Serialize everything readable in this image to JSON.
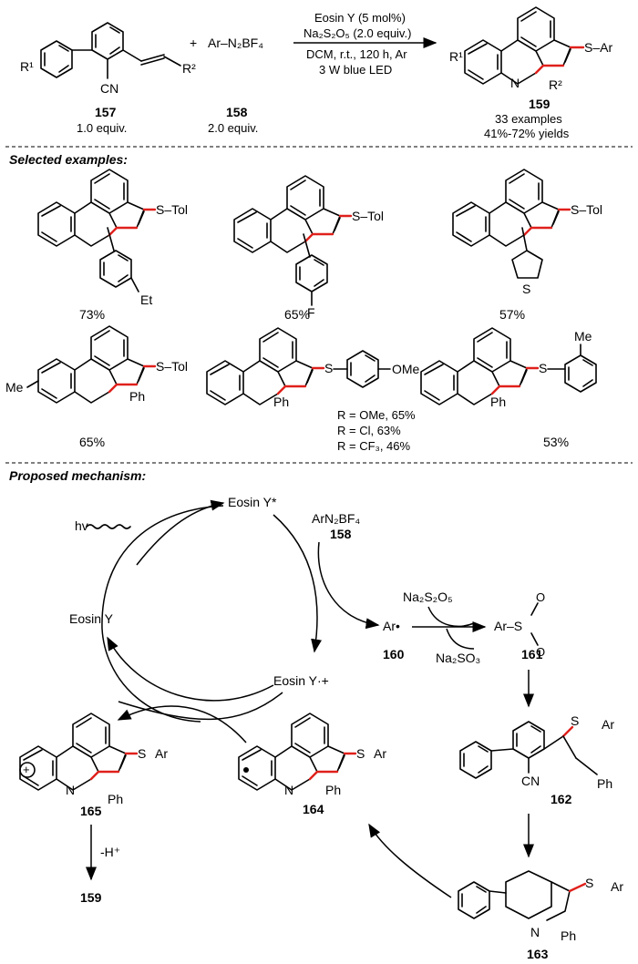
{
  "scheme": {
    "reagents": {
      "line1": "Eosin Y (5 mol%)",
      "line2": "Na₂S₂O₅ (2.0 equiv.)",
      "line3": "DCM, r.t., 120 h, Ar",
      "line4": "3 W blue LED"
    },
    "substrate": {
      "id": "157",
      "equiv": "1.0 equiv.",
      "r1": "R¹",
      "r2": "R²",
      "cn": "CN"
    },
    "plus": "+",
    "diazonium": {
      "formula": "Ar–N₂BF₄",
      "id": "158",
      "equiv": "2.0 equiv."
    },
    "product": {
      "id": "159",
      "examples": "33 examples",
      "yields": "41%-72% yields",
      "r1": "R¹",
      "r2": "R²",
      "sulfonyl": "S–Ar",
      "n": "N"
    }
  },
  "selected_examples": {
    "heading": "Selected examples:",
    "items": [
      {
        "sub": "4-Et-phenyl",
        "sub_label": "Et",
        "sulfonyl": "S–Tol",
        "yield": "73%"
      },
      {
        "sub": "4-F-phenyl",
        "sub_label": "F",
        "sulfonyl": "S–Tol",
        "yield": "65%"
      },
      {
        "sub": "3-thienyl",
        "sub_label": "S",
        "sulfonyl": "S–Tol",
        "yield": "57%"
      },
      {
        "sub": "Ph",
        "sub_label": "Ph",
        "ring_sub": "Me",
        "sulfonyl": "S–Tol",
        "yield": "65%"
      },
      {
        "sub": "Ph",
        "sub_label": "Ph",
        "sulfonyl": "S",
        "aryl_sub": "OMe",
        "yields_list": [
          "R = OMe, 65%",
          "R = Cl, 63%",
          "R = CF₃, 46%"
        ]
      },
      {
        "sub": "Ph",
        "sub_label": "Ph",
        "sulfonyl": "S",
        "aryl_sub": "Me",
        "yield": "53%"
      }
    ]
  },
  "mechanism": {
    "heading": "Proposed mechanism:",
    "hv": "hv",
    "eosin_excited": "Eosin Y*",
    "eosin": "Eosin Y",
    "eosin_radical_cation": "Eosin Y·+",
    "diazonium": "ArN₂BF₄",
    "diazonium_id": "158",
    "aryl_radical": "Ar•",
    "aryl_radical_id": "160",
    "metabisulfite": "Na₂S₂O₅",
    "sulfite": "Na₂SO₃",
    "sulfonyl_radical": "Ar–S",
    "sulfonyl_radical_id": "161",
    "int162": "162",
    "int163": "163",
    "int164": "164",
    "int165": "165",
    "deprotonation": "-H⁺",
    "final": "159",
    "ph": "Ph",
    "ar": "Ar",
    "cn": "CN",
    "n": "N",
    "s": "S",
    "o": "O"
  }
}
